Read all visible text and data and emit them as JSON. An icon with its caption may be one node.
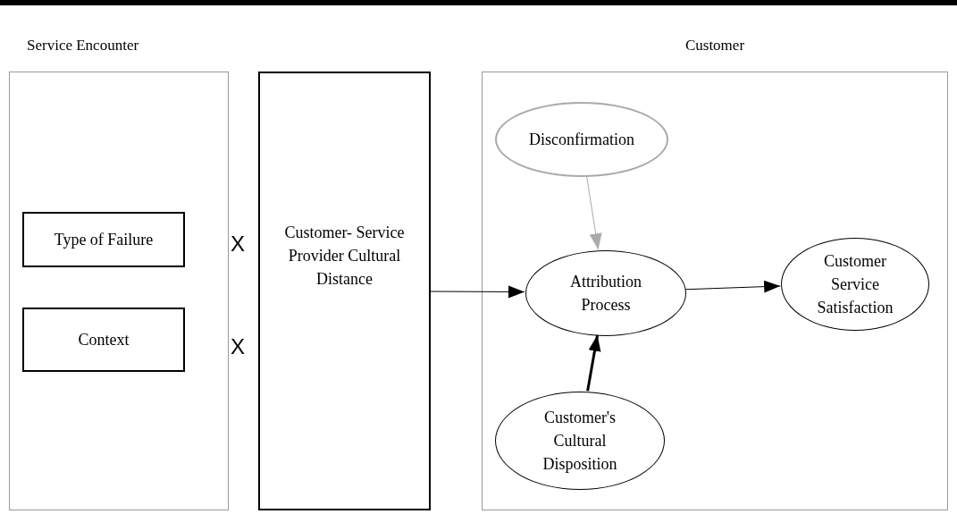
{
  "diagram": {
    "nodes": [
      {
        "text": [
          "Service Encounter"
        ]
      },
      {
        "text": [
          "Type of Failure"
        ],
        "in": 0
      },
      {
        "text": [
          "Context"
        ],
        "in": 0
      },
      {
        "text": [
          "Customer- Service Provider Cultural Distance"
        ]
      },
      {
        "text": [
          "Customer"
        ]
      },
      {
        "text": [
          "Disconfirmation"
        ],
        "in": 4
      },
      {
        "text": [
          "Attribution Process"
        ],
        "in": 4
      },
      {
        "text": [
          "Customer Service Satisfaction"
        ],
        "in": 4
      },
      {
        "text": [
          "Customer's Cultural Disposition"
        ],
        "in": 4
      }
    ],
    "edges": [
      {
        "from": 3,
        "to": 6,
        "arrow": "to"
      },
      {
        "from": 5,
        "to": 6,
        "arrow": "to",
        "color": "#aaaaaa"
      },
      {
        "from": 8,
        "to": 6,
        "arrow": "to",
        "style": "thick"
      },
      {
        "from": 6,
        "to": 7,
        "arrow": "to"
      }
    ],
    "labels": [
      "X",
      "X"
    ]
  }
}
